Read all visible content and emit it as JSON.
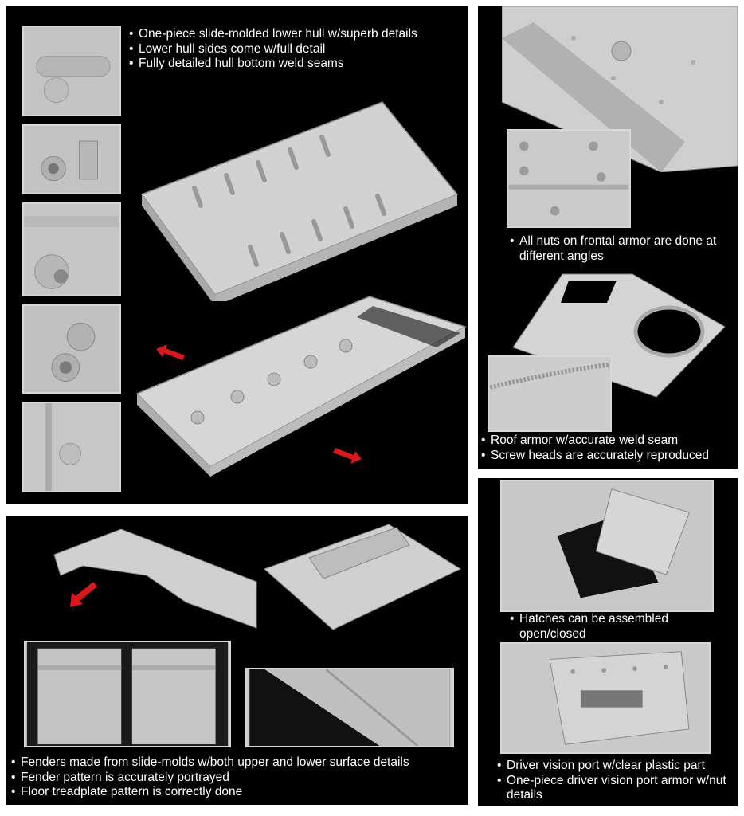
{
  "panels": {
    "lower_hull": {
      "bullets": [
        "One-piece slide-molded lower hull w/superb details",
        "Lower hull sides come w/full detail",
        "Fully detailed hull bottom weld seams"
      ]
    },
    "frontal_armor": {
      "bullets": [
        "All nuts on frontal armor are done at different angles"
      ]
    },
    "roof_armor": {
      "bullets": [
        "Roof armor w/accurate weld seam",
        "Screw heads are accurately reproduced"
      ]
    },
    "hatches": {
      "bullets": [
        "Hatches can be assembled open/closed"
      ]
    },
    "fenders": {
      "bullets": [
        "Fenders made from slide-molds w/both upper and lower surface details",
        "Fender pattern is accurately portrayed",
        "Floor treadplate pattern is correctly done"
      ]
    },
    "driver_vision": {
      "bullets": [
        "Driver vision port w/clear plastic part",
        "One-piece driver vision port armor w/nut details"
      ]
    }
  },
  "colors": {
    "panel_bg": "#000000",
    "model_grey": "#c8c8c8",
    "arrow_red": "#d8181c",
    "text": "#ffffff"
  }
}
